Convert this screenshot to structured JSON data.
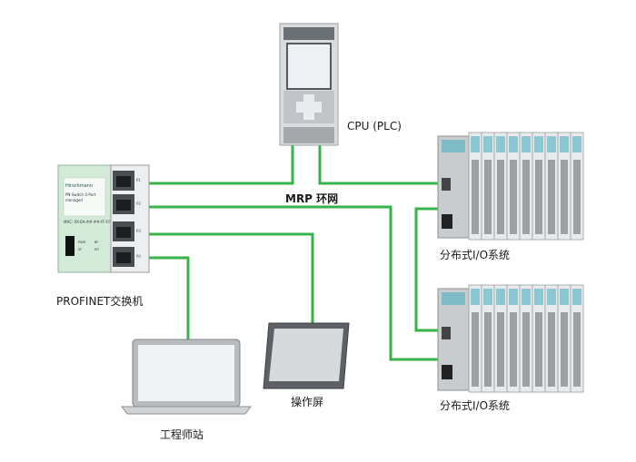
{
  "labels": {
    "cpu": "CPU (PLC)",
    "ring": "MRP 环网",
    "switch": "PROFINET交换机",
    "io_top": "分布式I/O系统",
    "io_bottom": "分布式I/O系统",
    "hmi": "操作屏",
    "station": "工程师站"
  },
  "switch_device": {
    "brand": "Hirschmann",
    "model_lines": [
      "PN-Switch 4-Port",
      "managed"
    ],
    "mac": "MAC: 0X-0A-##-##-FF-FF",
    "port_labels": [
      "P1",
      "P2",
      "P3",
      "P4"
    ],
    "status": [
      "PWR",
      "SF",
      "BF",
      "MT"
    ]
  },
  "colors": {
    "link": "#37b34a",
    "device_gray": "#c9ccce",
    "switch_green": "#d3ead9",
    "teal": "#3a9aa8"
  }
}
